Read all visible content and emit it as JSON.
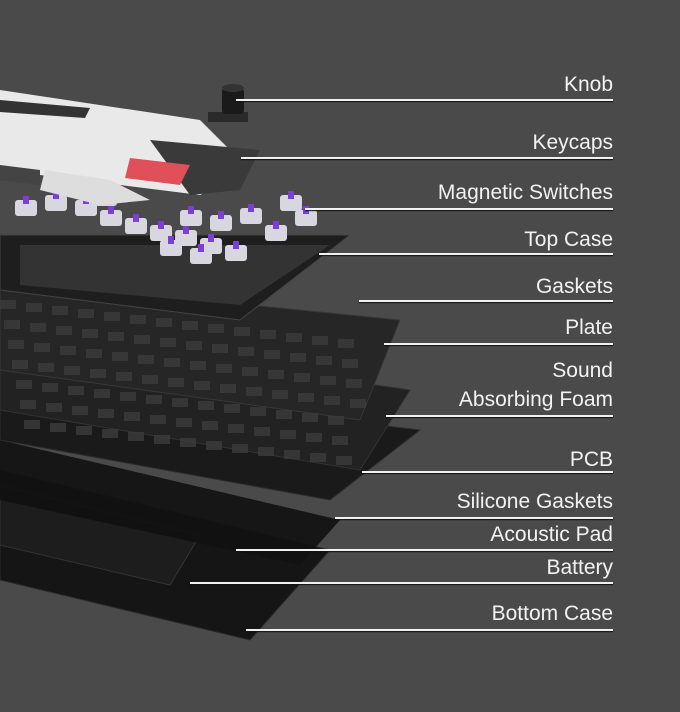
{
  "labels": {
    "knob": "Knob",
    "keycaps": "Keycaps",
    "magnetic_switches": "Magnetic Switches",
    "top_case": "Top Case",
    "gaskets": "Gaskets",
    "plate": "Plate",
    "foam_line1": "Sound",
    "foam_line2": "Absorbing Foam",
    "pcb": "PCB",
    "silicone_gaskets": "Silicone Gaskets",
    "acoustic_pad": "Acoustic Pad",
    "battery": "Battery",
    "bottom_case": "Bottom Case"
  },
  "colors": {
    "background": "#4a4a4a",
    "switch_stem": "#7b3fd6",
    "accent_key": "#e0505a"
  }
}
